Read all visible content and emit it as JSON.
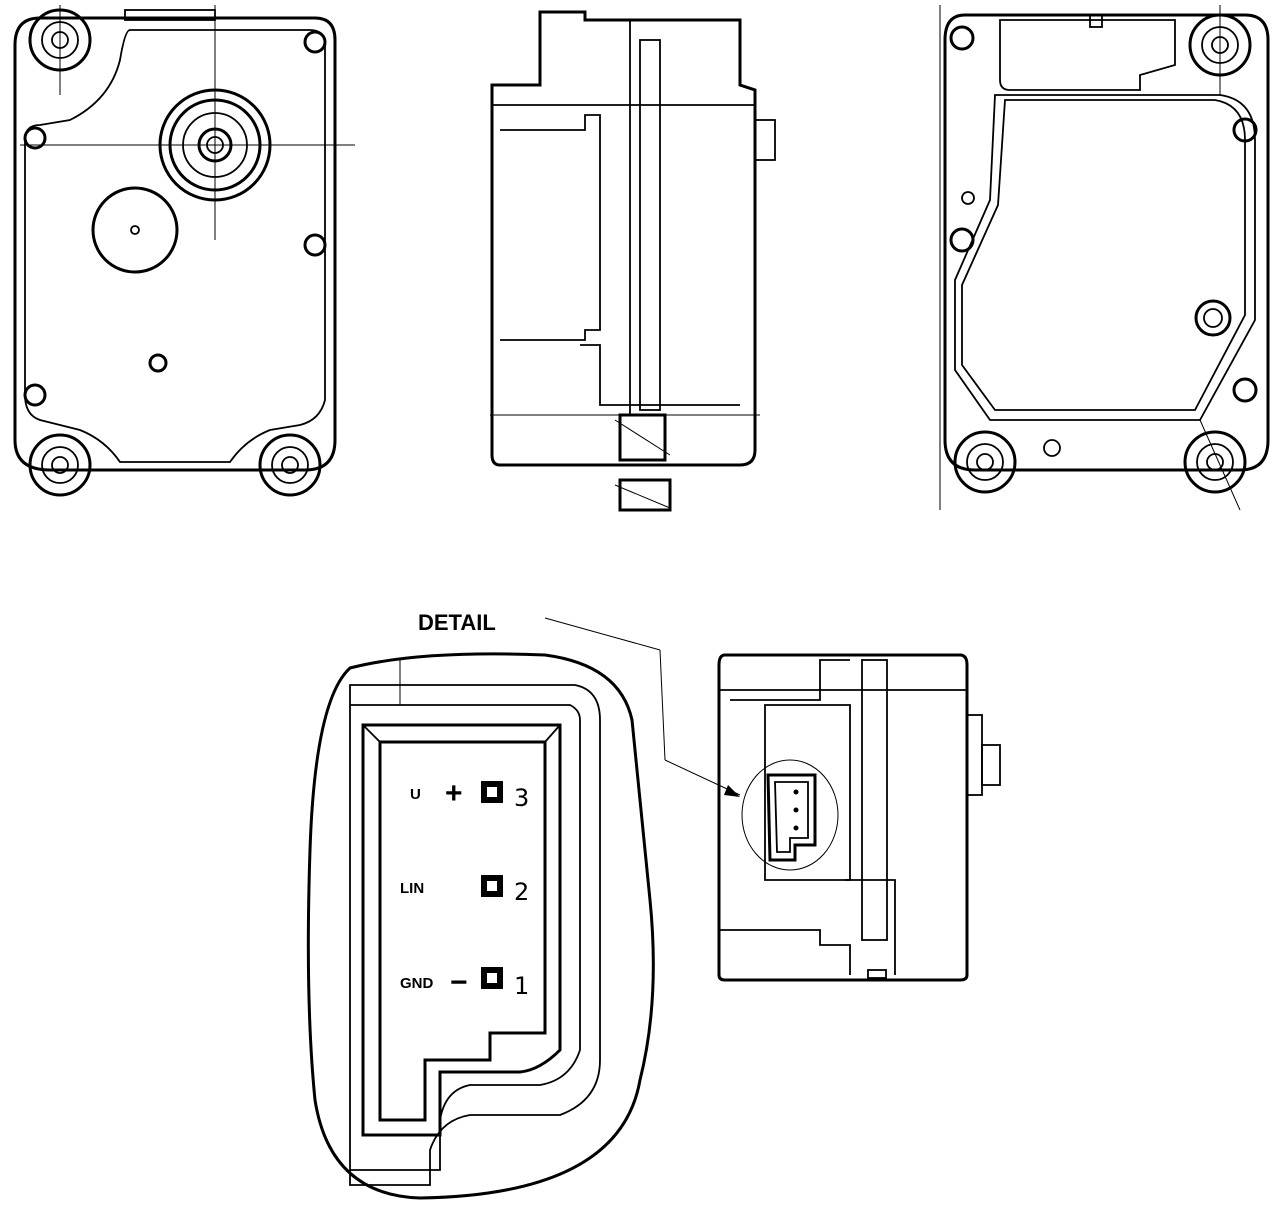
{
  "detail_label": "DETAIL",
  "connector": {
    "pins": [
      {
        "signal": "U",
        "symbol": "+",
        "number": "3"
      },
      {
        "signal": "LIN",
        "symbol": "",
        "number": "2"
      },
      {
        "signal": "GND",
        "symbol": "−",
        "number": "1"
      }
    ]
  },
  "colors": {
    "line": "#000000",
    "background": "#ffffff"
  }
}
